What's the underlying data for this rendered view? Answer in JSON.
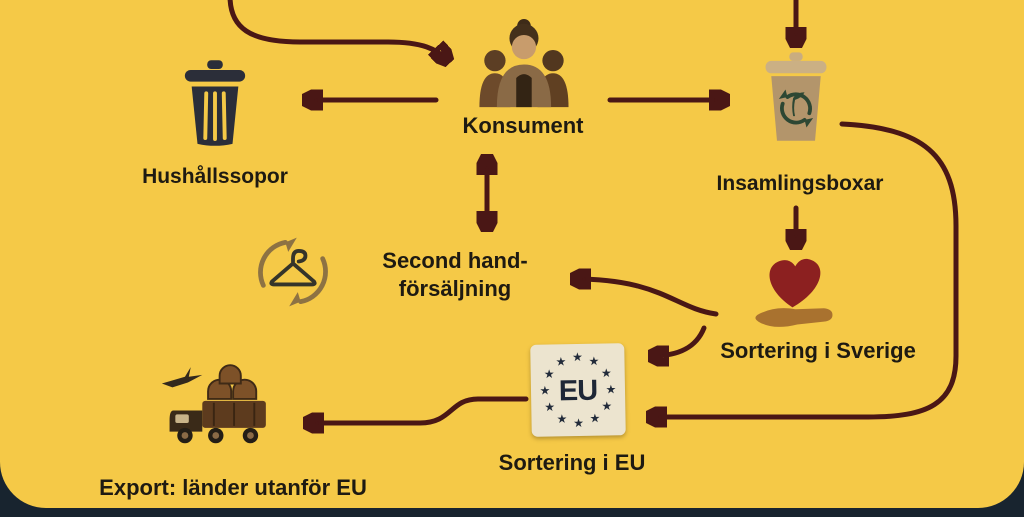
{
  "page": {
    "background_color": "#f5c947",
    "frame_color": "#18242f",
    "arrow_color": "#4a1715",
    "text_color": "#1e1a12"
  },
  "diagram": {
    "nodes": {
      "konsument": {
        "label": "Konsument",
        "icon": "people-icon"
      },
      "hushallssopor": {
        "label": "Hushållssopor",
        "icon": "trash-can-icon"
      },
      "insamlingsboxar": {
        "label": "Insamlingsboxar",
        "icon": "recycle-bin-icon"
      },
      "second_hand": {
        "line1": "Second hand-",
        "line2": "försäljning",
        "icon": "hanger-recycle-icon"
      },
      "sortering_sverige": {
        "label": "Sortering i Sverige",
        "icon": "heart-in-hand-icon"
      },
      "sortering_eu": {
        "label": "Sortering i EU",
        "badge_text": "EU",
        "star_glyph": "★",
        "icon": "eu-flag-badge"
      },
      "export_utanfor_eu": {
        "label": "Export: länder utanför EU",
        "icon": "truck-plane-icon"
      }
    },
    "edges": [
      {
        "from": "offscreen-top-left",
        "to": "konsument",
        "bidirectional": false
      },
      {
        "from": "offscreen-top-right",
        "to": "insamlingsboxar",
        "bidirectional": false
      },
      {
        "from": "konsument",
        "to": "hushallssopor",
        "bidirectional": false
      },
      {
        "from": "konsument",
        "to": "insamlingsboxar",
        "bidirectional": false
      },
      {
        "from": "konsument",
        "to": "second_hand",
        "bidirectional": true
      },
      {
        "from": "insamlingsboxar",
        "to": "sortering_sverige",
        "bidirectional": false
      },
      {
        "from": "sortering_sverige",
        "to": "second_hand",
        "bidirectional": false
      },
      {
        "from": "sortering_sverige",
        "to": "sortering_eu",
        "bidirectional": false
      },
      {
        "from": "insamlingsboxar",
        "to": "sortering_eu",
        "bidirectional": false
      },
      {
        "from": "sortering_eu",
        "to": "export_utanfor_eu",
        "bidirectional": false
      }
    ]
  }
}
